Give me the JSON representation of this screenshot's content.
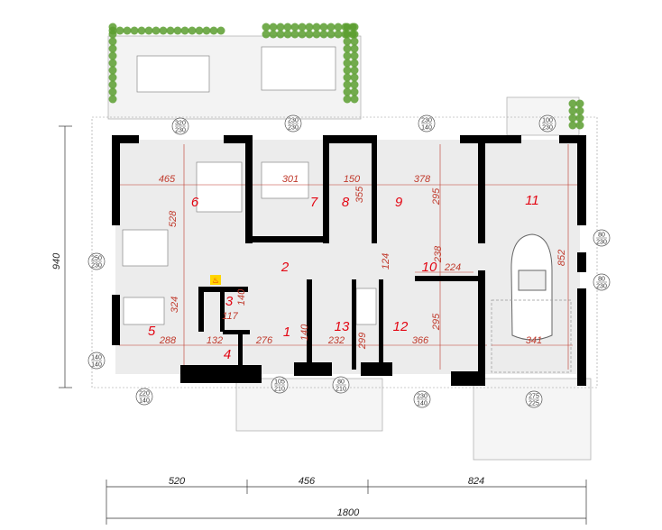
{
  "plan": {
    "rooms": [
      "1",
      "2",
      "3",
      "4",
      "5",
      "6",
      "7",
      "8",
      "9",
      "10",
      "11",
      "12",
      "13"
    ],
    "inner_dimensions": [
      "465",
      "301",
      "150",
      "355",
      "378",
      "295",
      "528",
      "238",
      "124",
      "224",
      "852",
      "324",
      "140",
      "117",
      "288",
      "132",
      "276",
      "140",
      "232",
      "299",
      "366",
      "295",
      "341"
    ],
    "openings": [
      {
        "top": "320",
        "bottom": "230"
      },
      {
        "top": "230",
        "bottom": "230"
      },
      {
        "top": "230",
        "bottom": "140"
      },
      {
        "top": "100",
        "bottom": "230"
      },
      {
        "top": "250",
        "bottom": "230"
      },
      {
        "top": "80",
        "bottom": "230"
      },
      {
        "top": "80",
        "bottom": "230"
      },
      {
        "top": "140",
        "bottom": "140"
      },
      {
        "top": "220",
        "bottom": "140"
      },
      {
        "top": "105",
        "bottom": "210"
      },
      {
        "top": "80",
        "bottom": "210"
      },
      {
        "top": "230",
        "bottom": "140"
      },
      {
        "top": "275",
        "bottom": "225"
      }
    ],
    "overall": {
      "widths": [
        "520",
        "456",
        "824"
      ],
      "total_width": "1800",
      "depth": "940"
    },
    "colors": {
      "wall": "#000000",
      "floor": "#ececec",
      "room_number": "#e30613",
      "dimension": "#c0392b",
      "plant": "#5a9e2f"
    }
  }
}
